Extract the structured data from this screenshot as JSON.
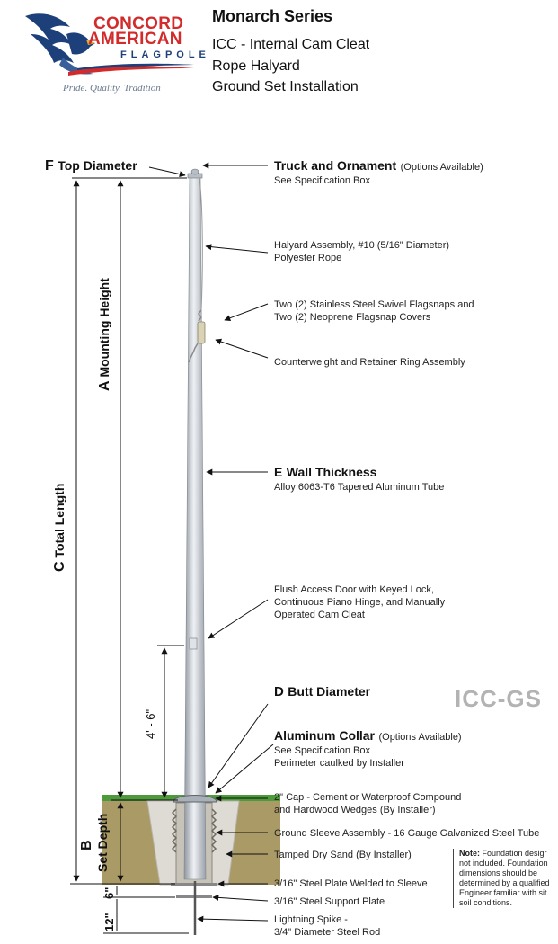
{
  "brand": {
    "line1": "CONCORD",
    "line2": "AMERICAN",
    "line3": "FLAGPOLE",
    "tagline": "Pride. Quality. Tradition"
  },
  "header": {
    "title": "Monarch Series",
    "lines": [
      "ICC - Internal Cam Cleat",
      "Rope Halyard",
      "Ground Set Installation"
    ]
  },
  "dims": {
    "f_letter": "F",
    "f_label": "Top Diameter",
    "a_letter": "A",
    "a_label": "Mounting Height",
    "c_letter": "C",
    "c_label": "Total Length",
    "b_letter": "B",
    "b_label": "Set Depth",
    "door_height": "4' - 6\"",
    "six_in": "6\"",
    "twelve_in": "12\""
  },
  "callouts": {
    "truck_title": "Truck and Ornament",
    "truck_opt": "(Options Available)",
    "truck_sub": "See Specification Box",
    "halyard_1": "Halyard Assembly, #10 (5/16\" Diameter)",
    "halyard_2": "Polyester Rope",
    "snaps_1": "Two (2) Stainless Steel Swivel Flagsnaps and",
    "snaps_2": "Two (2) Neoprene Flagsnap Covers",
    "counterweight": "Counterweight and Retainer Ring Assembly",
    "wall_letter": "E",
    "wall_title": "Wall Thickness",
    "wall_sub": "Alloy 6063-T6 Tapered Aluminum Tube",
    "door_1": "Flush Access Door with Keyed Lock,",
    "door_2": "Continuous Piano Hinge, and Manually",
    "door_3": "Operated Cam Cleat",
    "butt_letter": "D",
    "butt_title": "Butt Diameter",
    "collar_title": "Aluminum Collar",
    "collar_opt": "(Options Available)",
    "collar_sub1": "See Specification Box",
    "collar_sub2": "Perimeter caulked by Installer",
    "cap_1": "2\" Cap - Cement or Waterproof Compound",
    "cap_2": "and Hardwood Wedges (By Installer)",
    "sleeve": "Ground Sleeve Assembly - 16 Gauge Galvanized Steel Tube",
    "sand": "Tamped Dry Sand (By Installer)",
    "plate_welded": "3/16\" Steel Plate Welded to Sleeve",
    "plate_support": "3/16\" Steel Support Plate",
    "spike_1": "Lightning Spike -",
    "spike_2": "3/4\" Diameter Steel Rod"
  },
  "model": "ICC-GS",
  "note": {
    "label": "Note:",
    "text": [
      " Foundation desigr",
      "not included. Foundation",
      "dimensions should be",
      "determined by a qualified",
      "Engineer familiar with sit",
      "soil conditions."
    ]
  },
  "colors": {
    "brand_red": "#d32b2b",
    "brand_blue": "#1d3f7a",
    "pole": "#c9ced4",
    "grass": "#4c9a3a",
    "soil": "#a99a66",
    "concrete": "#dedbd4",
    "model_gray": "#b3b3b3"
  }
}
